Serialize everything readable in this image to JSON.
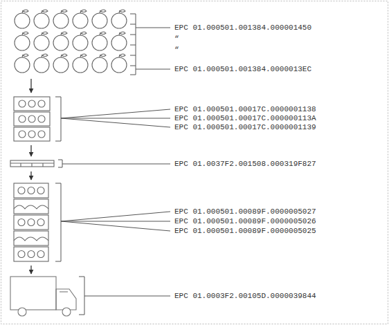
{
  "diagram": {
    "nodes": [
      {
        "text": [
          "EPC 01.000501.001384.000001450",
          "“",
          "“",
          "EPC 01.000501.001384.0000013EC"
        ]
      },
      {
        "text": [
          "EPC 01.000501.00017C.0000001138",
          "EPC 01.000501.00017C.000000113A",
          "EPC 01.000501.00017C.0000001139"
        ]
      },
      {
        "text": [
          "EPC 01.0037F2.001508.000319F827"
        ]
      },
      {
        "text": [
          "EPC 01.000501.00089F.0000005027",
          "EPC 01.000501.00089F.0000005026",
          "EPC 01.000501.00089F.0000005025"
        ]
      },
      {
        "text": [
          "EPC 01.0003F2.00105D.0000039844"
        ]
      }
    ],
    "edges": [
      {
        "from": 0,
        "to": 1,
        "arrow": "to"
      },
      {
        "from": 1,
        "to": 2,
        "arrow": "to"
      },
      {
        "from": 2,
        "to": 3,
        "arrow": "to"
      },
      {
        "from": 3,
        "to": 4,
        "arrow": "to"
      }
    ]
  }
}
